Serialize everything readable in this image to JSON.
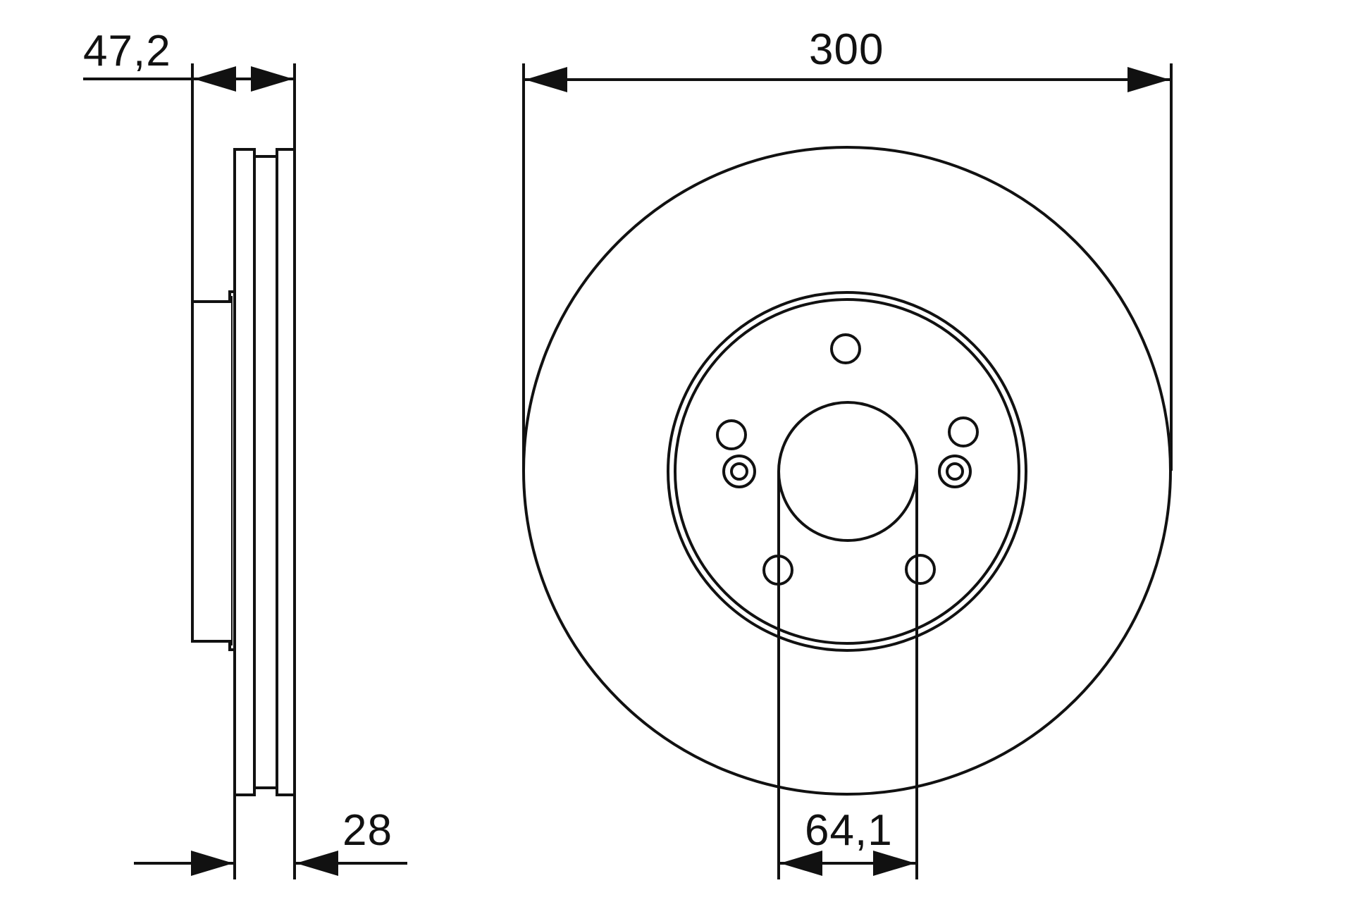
{
  "drawing": {
    "subject": "Brake disc technical drawing",
    "stroke_color": "#111111",
    "background": "#ffffff"
  },
  "dimensions": {
    "overall_height": "47,2",
    "disc_thickness": "28",
    "outer_diameter": "300",
    "center_bore": "64,1"
  }
}
